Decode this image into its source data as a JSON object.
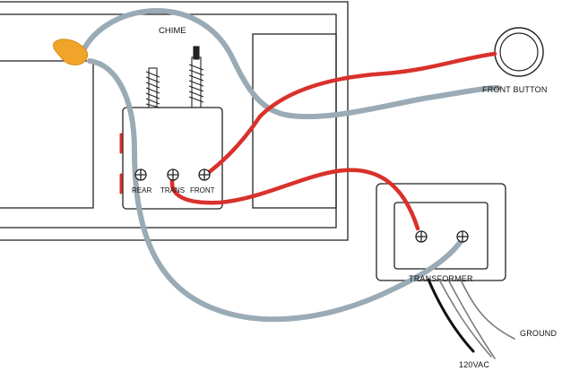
{
  "labels": {
    "chime": "CHIME",
    "front_button": "FRONT BUTTON",
    "rear": "REAR",
    "trans": "TRANS",
    "front": "FRONT",
    "transformer": "TRANSFORMER",
    "ground": "GROUND",
    "voltage": "120VAC"
  },
  "colors": {
    "gray_wire": "#9aabb6",
    "red_wire": "#d9312b",
    "wire_nut": "#f0a52a",
    "outline": "#222222"
  }
}
